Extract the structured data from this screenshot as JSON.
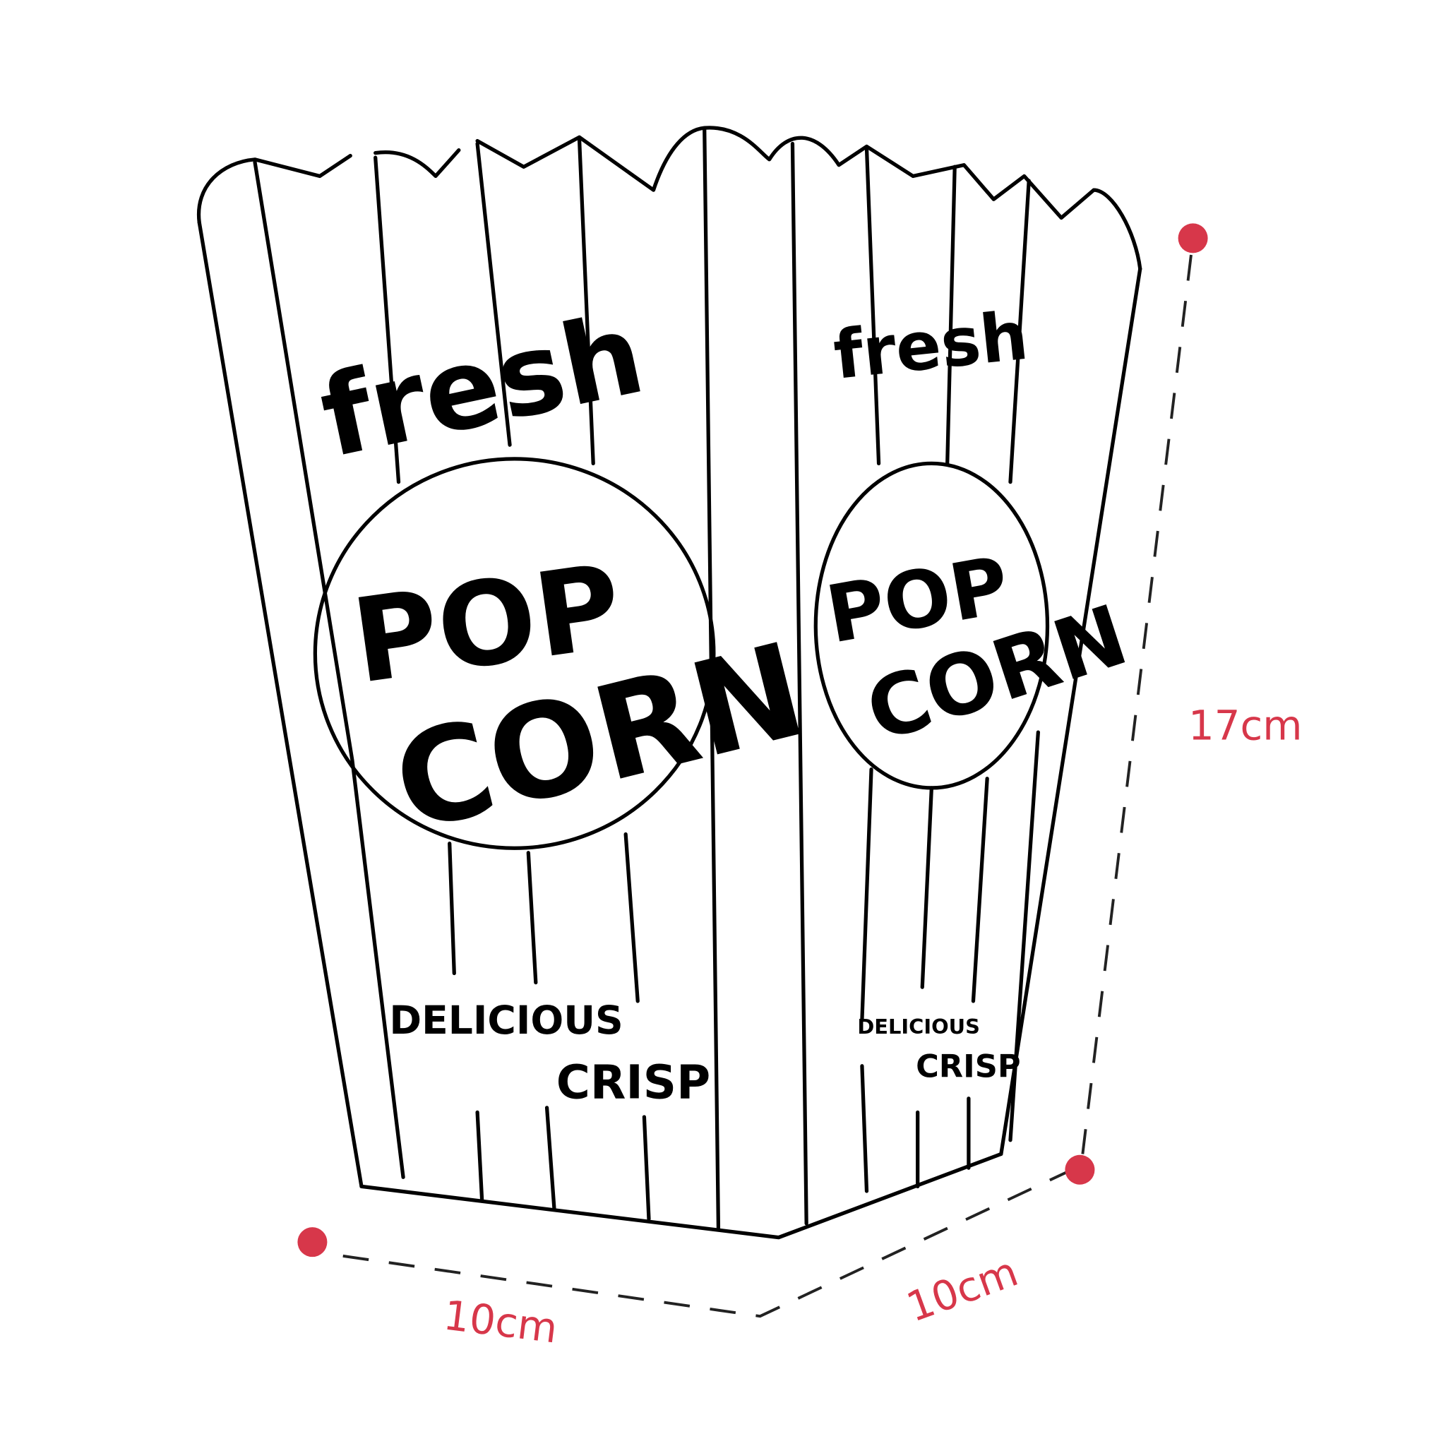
{
  "box": {
    "front": {
      "top_text": "fresh",
      "pop": "POP",
      "corn": "CORN",
      "line1": "DELICIOUS",
      "line2": "CRISP"
    },
    "side": {
      "top_text": "fresh",
      "pop": "POP",
      "corn": "CORN",
      "line1": "DELICIOUS",
      "line2": "CRISP"
    }
  },
  "dimensions": {
    "height": "17cm",
    "width": "10cm",
    "depth": "10cm",
    "color": "#d7374a"
  }
}
